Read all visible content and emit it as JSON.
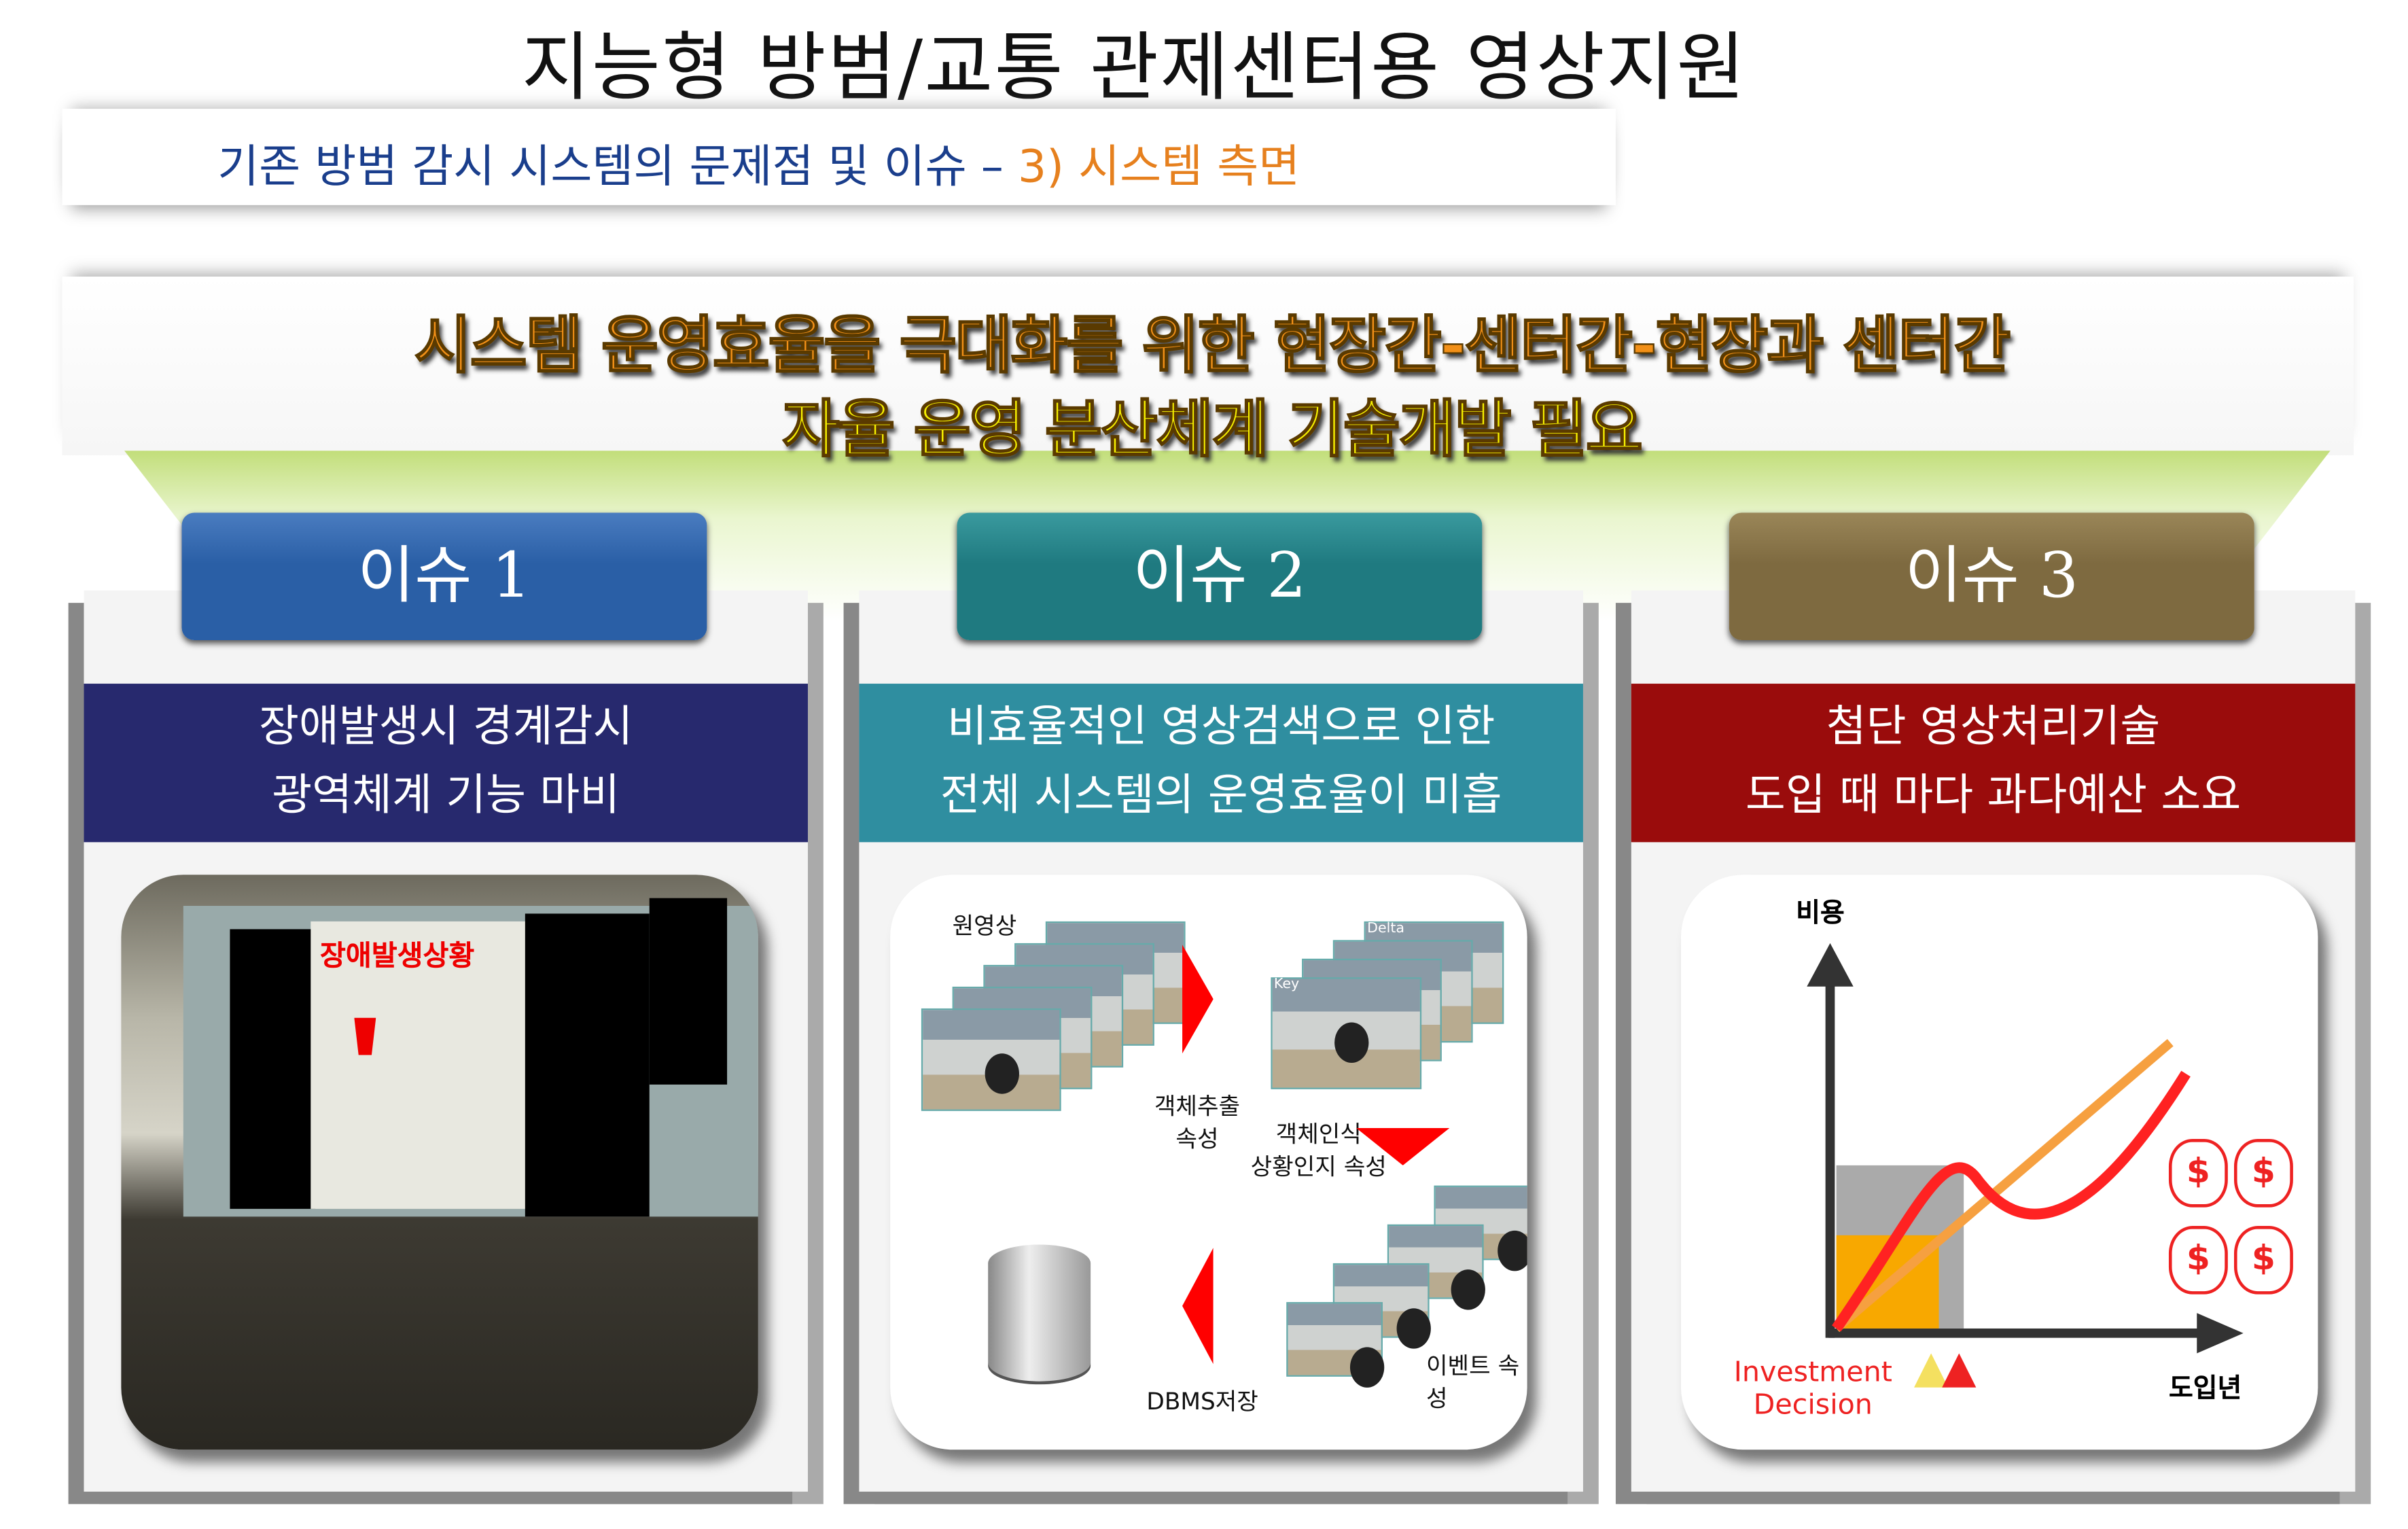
{
  "title": "지능형 방범/교통 관제센터용 영상지원",
  "subtitle": {
    "main": "기존 방범 감시 시스템의 문제점 및 이슈 –",
    "highlight": "3) 시스템 측면"
  },
  "banner": {
    "line1": "시스템 운영효율을 극대화를 위한 현장간-센터간-현장과 센터간",
    "line2": "자율 운영 분산체계 기술개발 필요"
  },
  "issues": [
    {
      "label": "이슈 1",
      "desc1": "장애발생시 경계감시",
      "desc2": "광역체계 기능 마비",
      "color": "#2a5fa6",
      "hdr_color": "#27296e",
      "image_caption": "장애발생상황"
    },
    {
      "label": "이슈 2",
      "desc1": "비효율적인 영상검색으로 인한",
      "desc2": "전체 시스템의 운영효율이 미흡",
      "color": "#1f7a80",
      "hdr_color": "#2f8ea0"
    },
    {
      "label": "이슈 3",
      "desc1": "첨단 영상처리기술",
      "desc2": "도입 때 마다 과다예산 소요",
      "color": "#7e6a40",
      "hdr_color": "#9a0c0c"
    }
  ],
  "diagram": {
    "source": "원영상",
    "extract1": "객체추출",
    "extract2": "속성",
    "recog1": "객체인식",
    "recog2": "상황인지 속성",
    "event": "이벤트 속성",
    "dbms": "DBMS저장",
    "key": "Key",
    "delta": "Delta"
  },
  "cost_chart": {
    "y_label": "비용",
    "x_label": "도입년",
    "decision1": "Investment",
    "decision2": "Decision",
    "money": "$"
  }
}
